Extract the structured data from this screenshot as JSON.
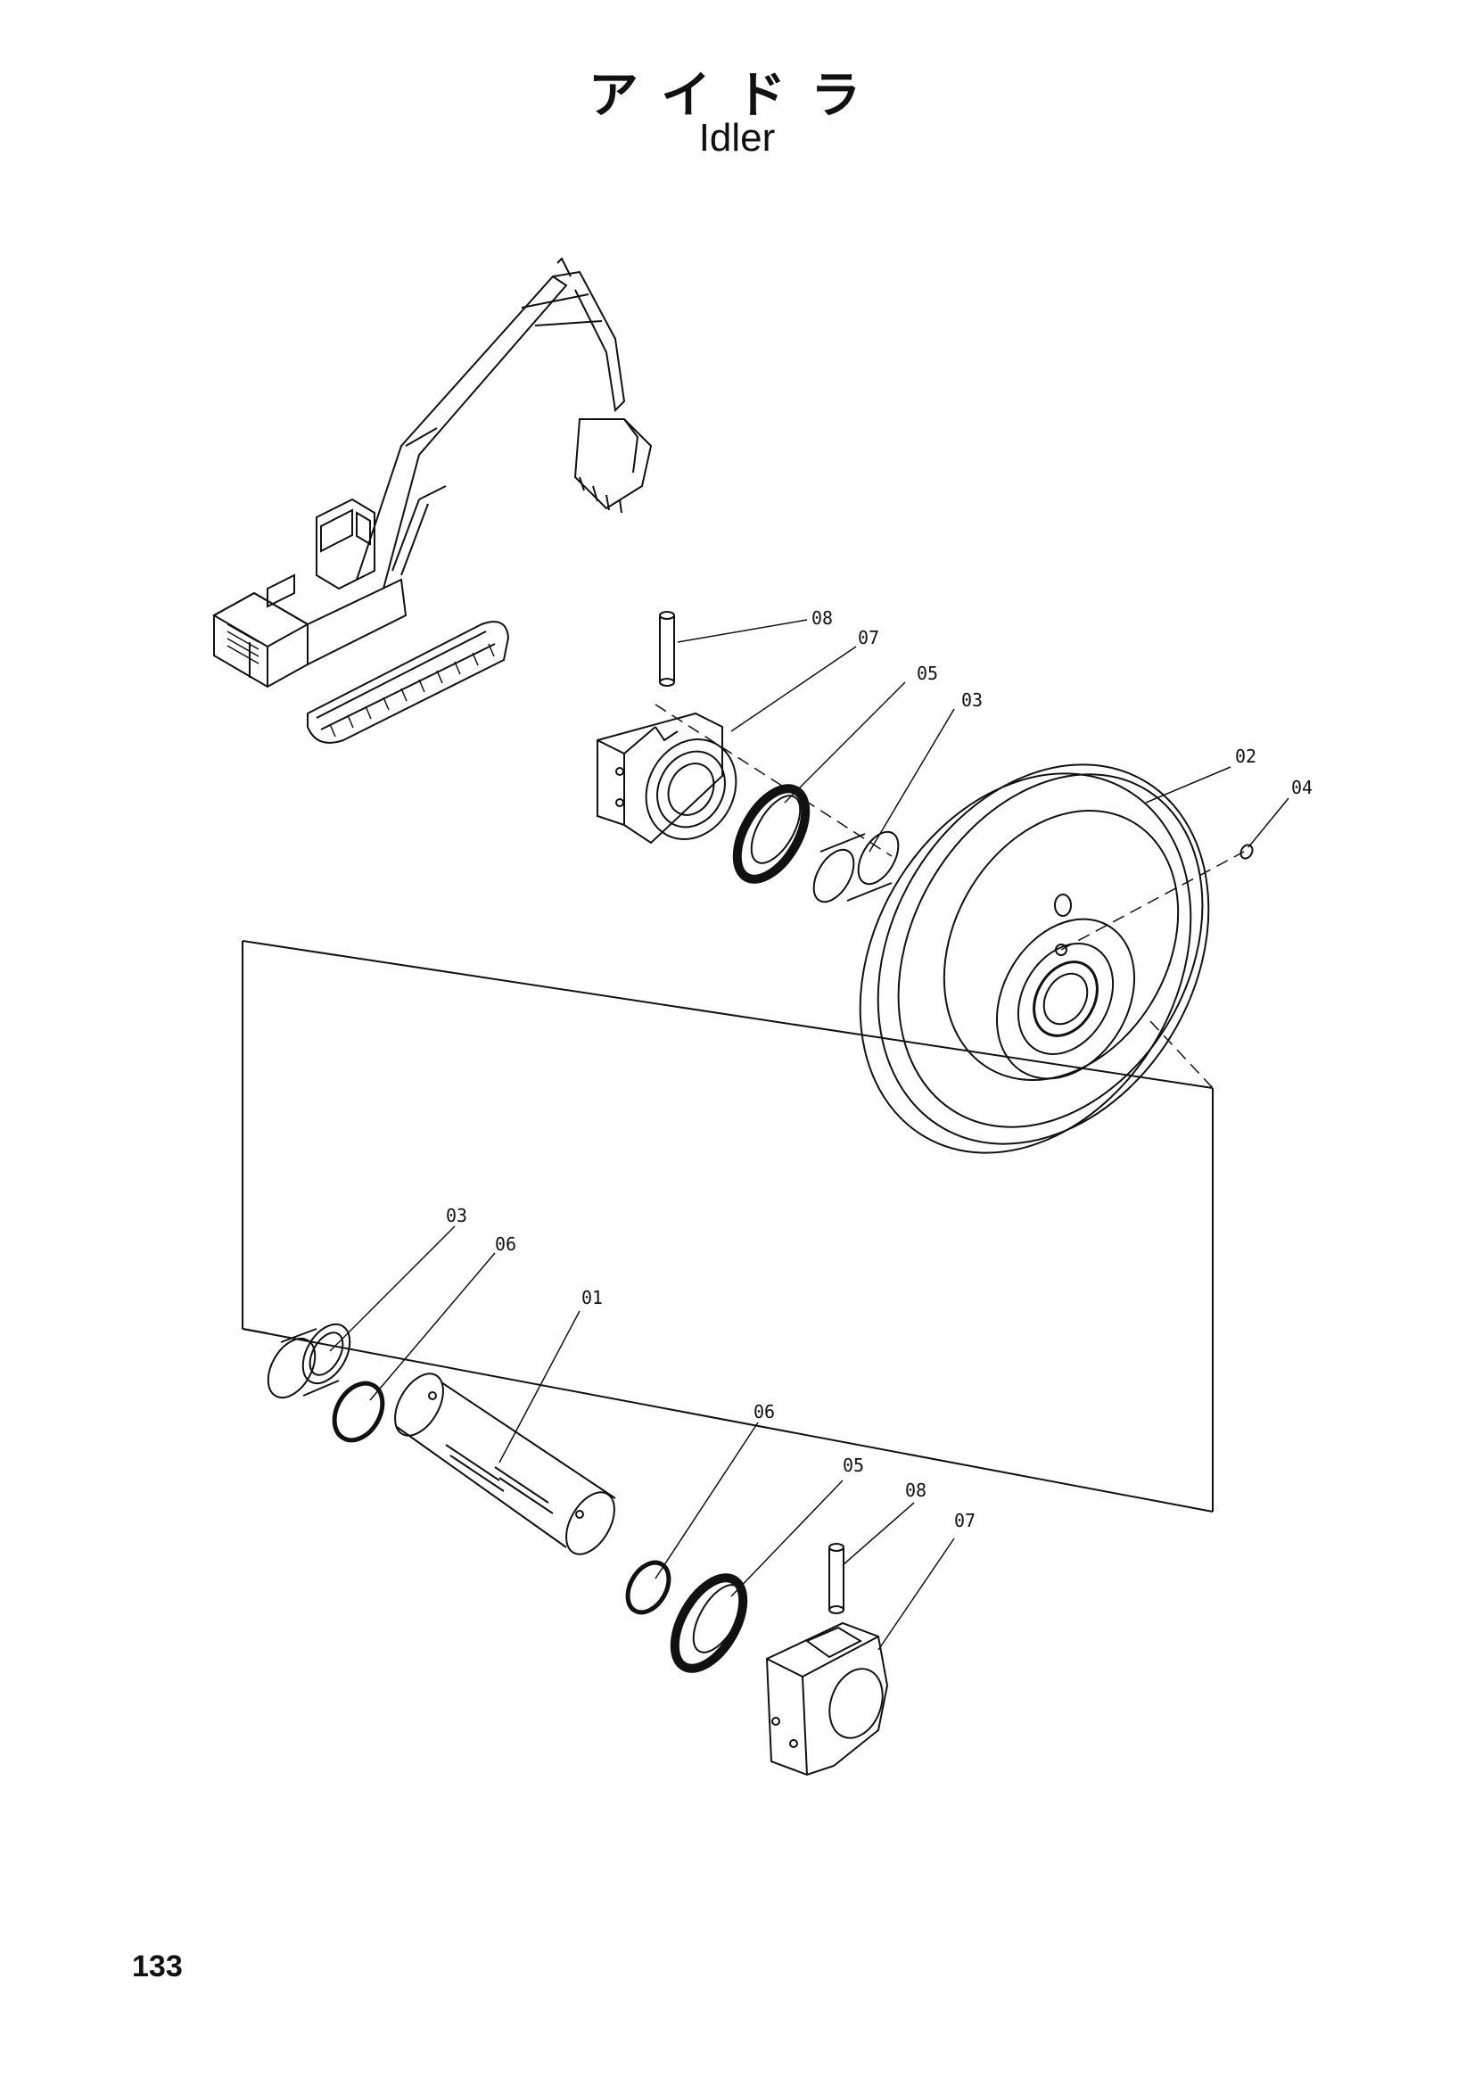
{
  "title_jp": "アイドラ",
  "title_en": "Idler",
  "page_number": "133",
  "callouts": {
    "c08_upper": "08",
    "c07_upper": "07",
    "c05_upper": "05",
    "c03_upper": "03",
    "c02": "02",
    "c04": "04",
    "c03_lower": "03",
    "c06_left": "06",
    "c01": "01",
    "c06_right": "06",
    "c05_lower": "05",
    "c08_lower": "08",
    "c07_lower": "07"
  }
}
